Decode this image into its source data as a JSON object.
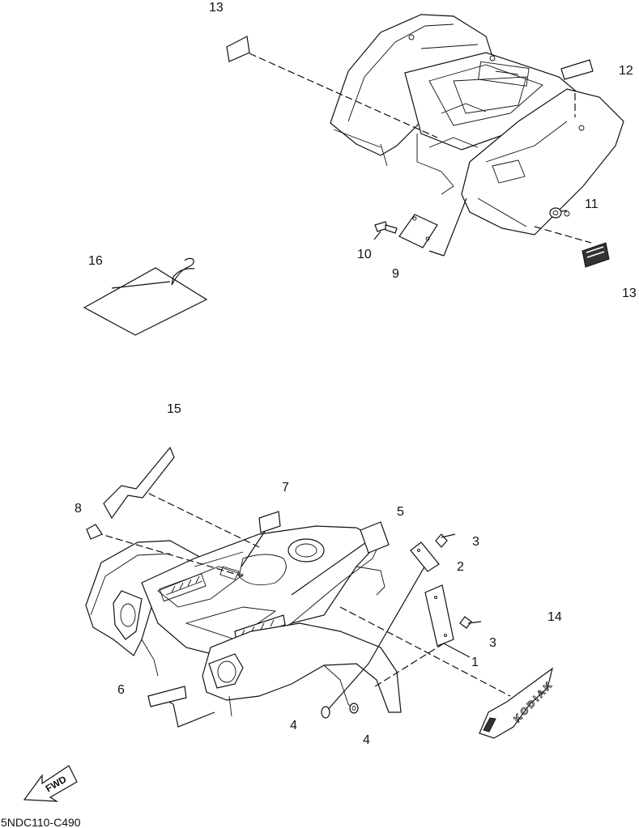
{
  "callouts": {
    "c1": "1",
    "c2": "2",
    "c3a": "3",
    "c3b": "3",
    "c4a": "4",
    "c4b": "4",
    "c5": "5",
    "c6": "6",
    "c7": "7",
    "c8": "8",
    "c9": "9",
    "c10": "10",
    "c11": "11",
    "c12": "12",
    "c13a": "13",
    "c13b": "13",
    "c14": "14",
    "c15": "15",
    "c16": "16"
  },
  "fwd_label": "FWD",
  "diagram_code": "5NDC110-C490",
  "decal_text": "KODIAK"
}
